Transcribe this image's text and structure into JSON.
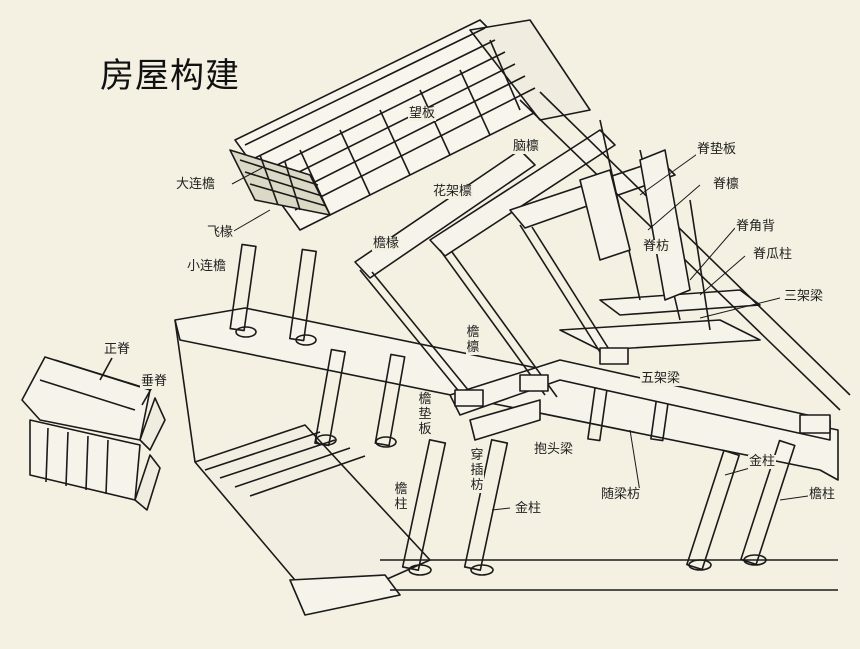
{
  "title": "房屋构建",
  "labels": {
    "wangban": "望板",
    "naolin": "脑檩",
    "dalianyan": "大连檐",
    "jidianban": "脊垫板",
    "jilin": "脊檩",
    "huajialin": "花架檩",
    "feichuan": "飞椽",
    "xiaolianyan": "小连檐",
    "yanchuan": "檐椽",
    "jifang": "脊枋",
    "jijiaobei": "脊角背",
    "jiguazhu": "脊瓜柱",
    "sanjialiang": "三架梁",
    "yanlin": "檐檩",
    "wujialiang": "五架梁",
    "yandianban": "檐垫板",
    "baotouliang": "抱头梁",
    "chuanchafang": "穿插枋",
    "suiliangfang": "随梁枋",
    "jinzhu_right": "金柱",
    "yanzhu_left": "檐柱",
    "jinzhu_mid": "金柱",
    "yanzhu_right": "檐柱",
    "zhengji": "正脊",
    "chuiji": "垂脊"
  }
}
